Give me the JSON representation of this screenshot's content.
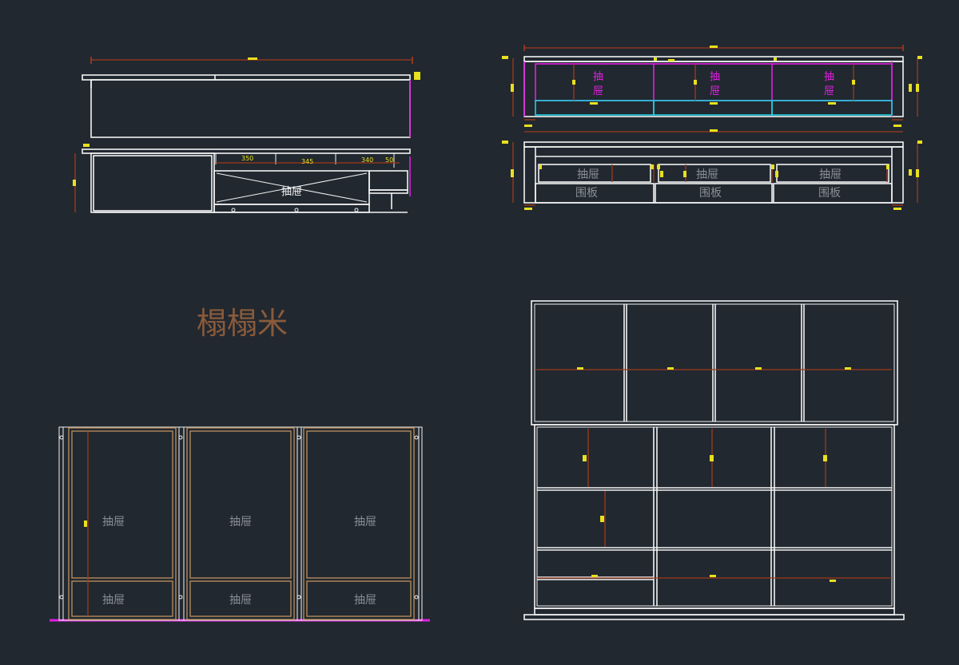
{
  "title": "榻榻米",
  "labels": {
    "drawer": "抽屉",
    "drawer_char1": "抽",
    "drawer_char2": "屉",
    "panel": "围板"
  },
  "dimensions": {
    "side_a": "350",
    "side_b": "345",
    "side_c": "340",
    "side_d": "50"
  },
  "colors": {
    "background": "#212830",
    "line": "#f2f2f2",
    "accent_magenta": "#e020e0",
    "accent_cyan": "#20d0e0",
    "dimension": "#a03a1a",
    "dim_text": "#e8e020",
    "title": "#8a5a3a"
  }
}
